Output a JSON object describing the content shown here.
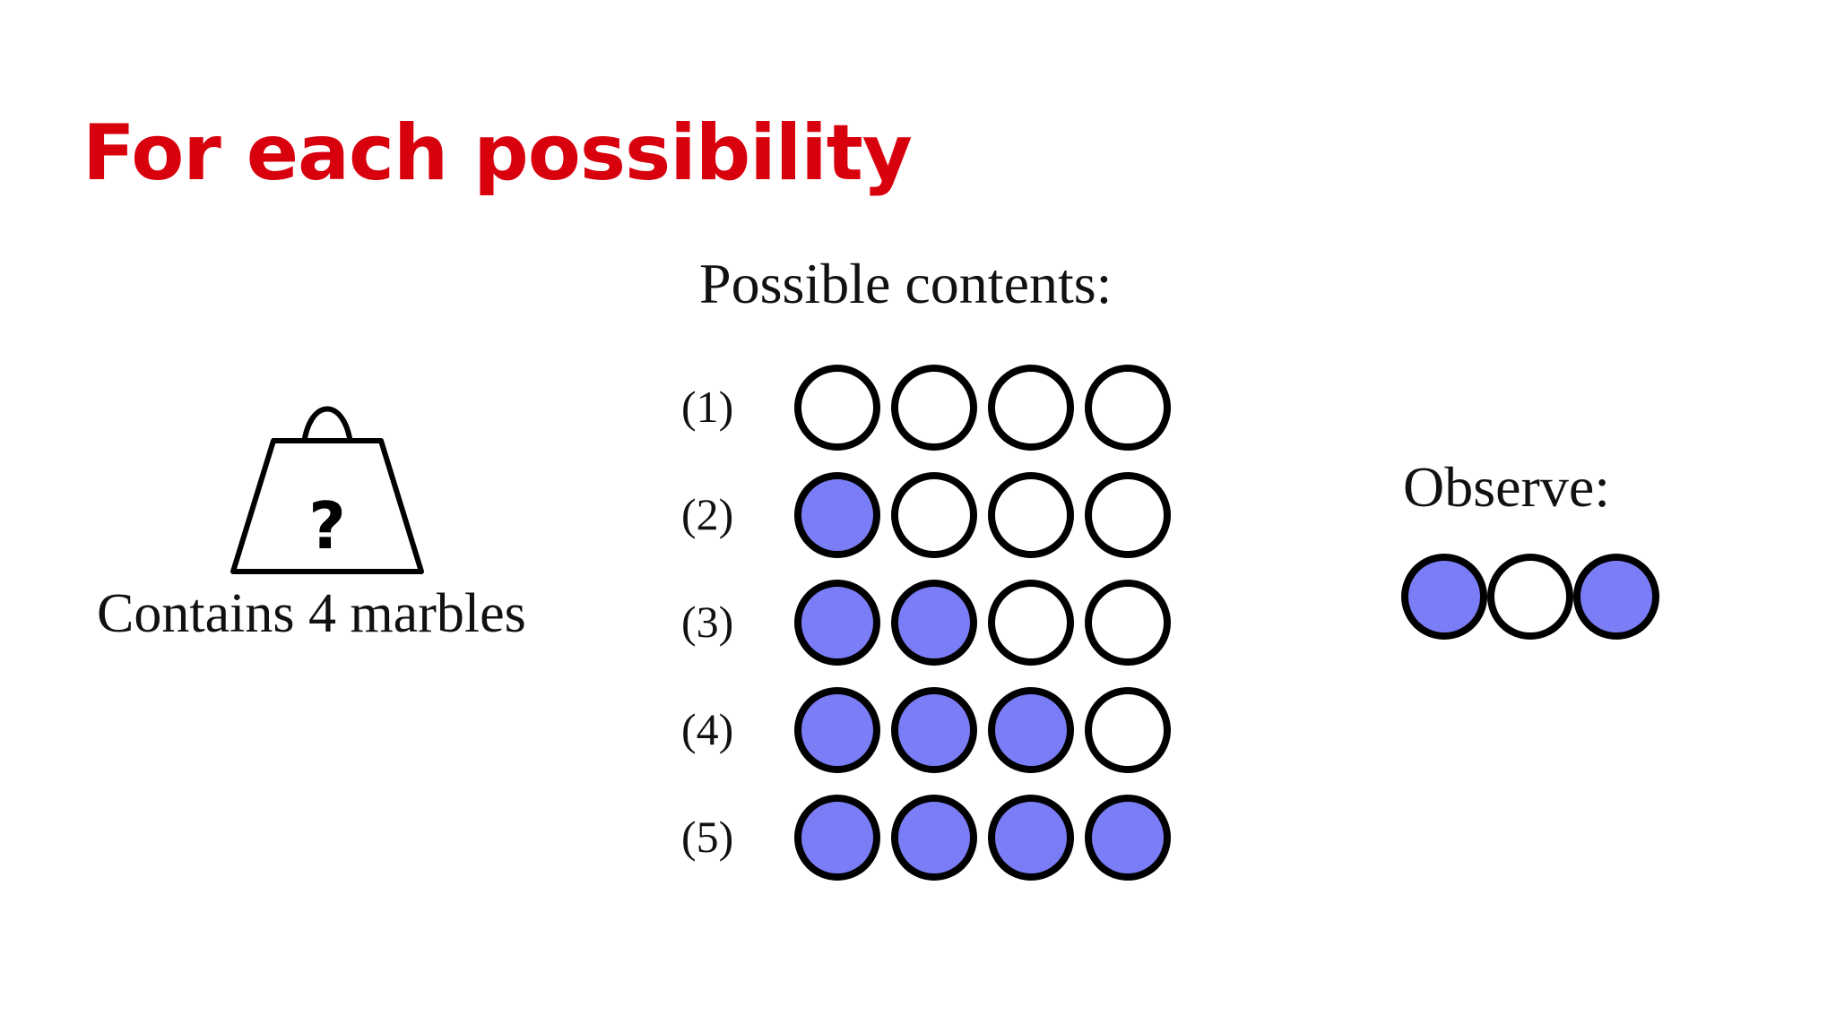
{
  "slide": {
    "title": "For each possibility",
    "title_color": "#d9000d"
  },
  "bag": {
    "icon": "shopping-bag-question-icon",
    "symbol": "?",
    "caption": "Contains 4 marbles"
  },
  "possible_contents": {
    "heading": "Possible contents:",
    "rows": [
      {
        "label": "(1)",
        "marbles": [
          "white",
          "white",
          "white",
          "white"
        ]
      },
      {
        "label": "(2)",
        "marbles": [
          "blue",
          "white",
          "white",
          "white"
        ]
      },
      {
        "label": "(3)",
        "marbles": [
          "blue",
          "blue",
          "white",
          "white"
        ]
      },
      {
        "label": "(4)",
        "marbles": [
          "blue",
          "blue",
          "blue",
          "white"
        ]
      },
      {
        "label": "(5)",
        "marbles": [
          "blue",
          "blue",
          "blue",
          "blue"
        ]
      }
    ]
  },
  "observation": {
    "heading": "Observe:",
    "marbles": [
      "blue",
      "white",
      "blue"
    ]
  },
  "colors": {
    "blue": "#7b7df7",
    "white": "#ffffff",
    "outline": "#000000"
  }
}
